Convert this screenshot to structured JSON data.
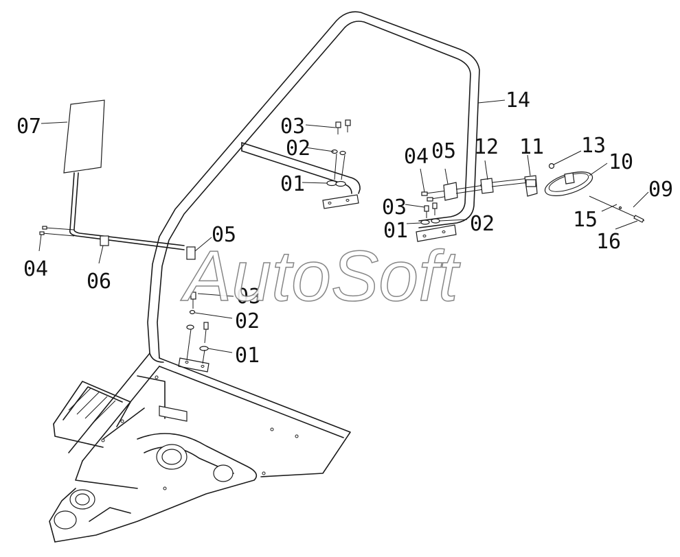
{
  "watermark": {
    "text": "AutoSoft"
  },
  "callouts": [
    {
      "id": "c07",
      "label": "07"
    },
    {
      "id": "c03a",
      "label": "03"
    },
    {
      "id": "c02a",
      "label": "02"
    },
    {
      "id": "c01a",
      "label": "01"
    },
    {
      "id": "c14",
      "label": "14"
    },
    {
      "id": "c04a",
      "label": "04"
    },
    {
      "id": "c05a",
      "label": "05"
    },
    {
      "id": "c12",
      "label": "12"
    },
    {
      "id": "c11",
      "label": "11"
    },
    {
      "id": "c13",
      "label": "13"
    },
    {
      "id": "c10",
      "label": "10"
    },
    {
      "id": "c09",
      "label": "09"
    },
    {
      "id": "c15",
      "label": "15"
    },
    {
      "id": "c16",
      "label": "16"
    },
    {
      "id": "c03b",
      "label": "03"
    },
    {
      "id": "c01b",
      "label": "01"
    },
    {
      "id": "c02b",
      "label": "02"
    },
    {
      "id": "c05b",
      "label": "05"
    },
    {
      "id": "c04b",
      "label": "04"
    },
    {
      "id": "c06",
      "label": "06"
    },
    {
      "id": "c03c",
      "label": "03"
    },
    {
      "id": "c02c",
      "label": "02"
    },
    {
      "id": "c01c",
      "label": "01"
    }
  ]
}
